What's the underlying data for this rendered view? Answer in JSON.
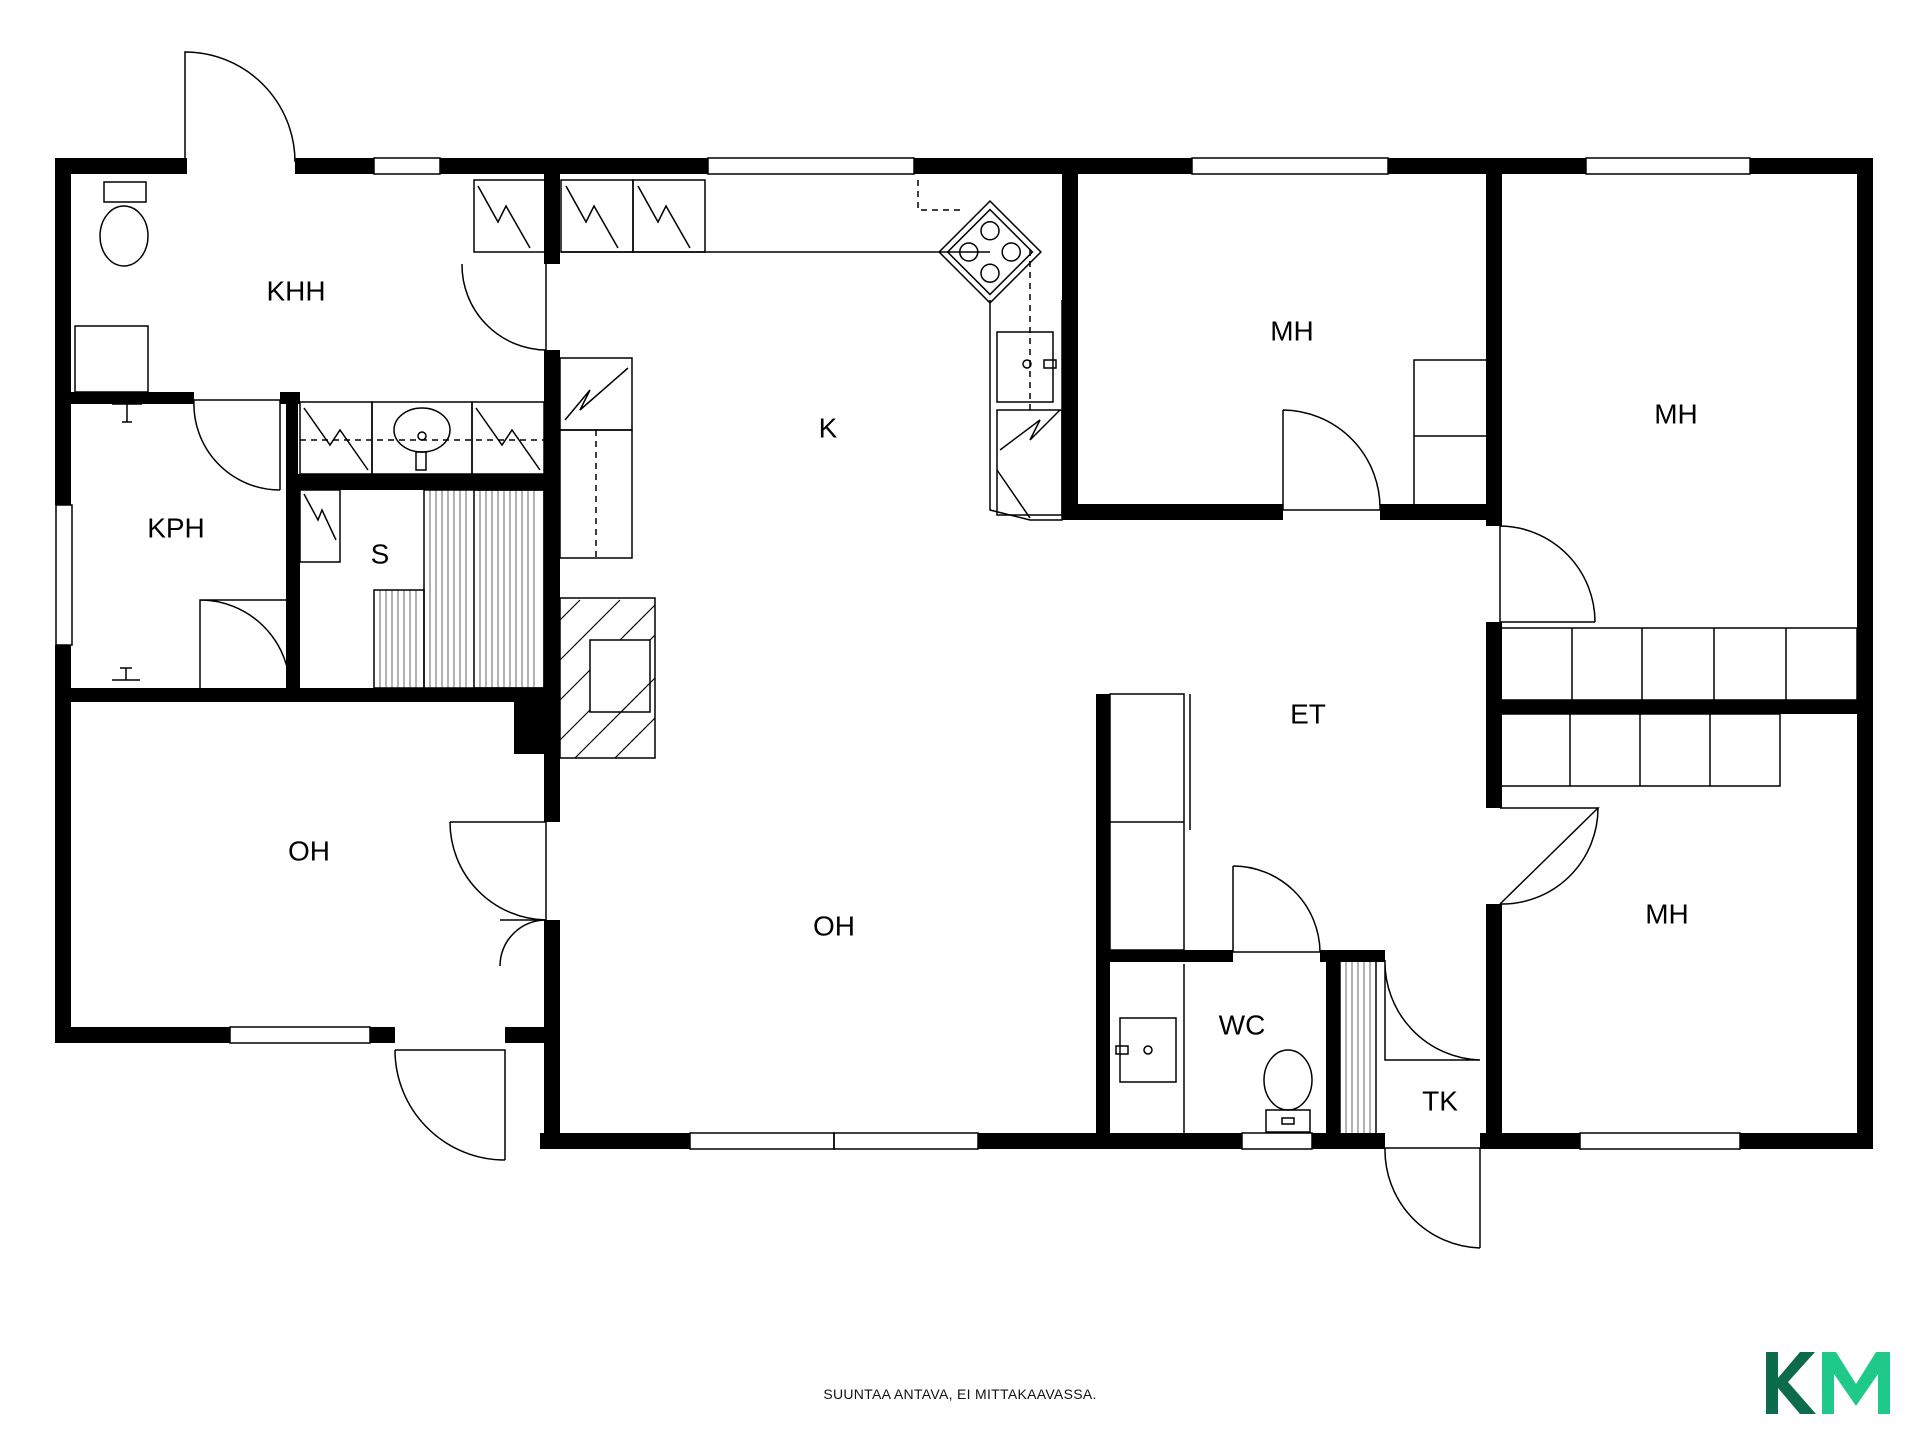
{
  "rooms": {
    "khh": "KHH",
    "kph": "KPH",
    "s": "S",
    "k": "K",
    "oh_left": "OH",
    "oh_main": "OH",
    "mh_top": "MH",
    "mh_right_top": "MH",
    "mh_right_bottom": "MH",
    "et": "ET",
    "wc": "WC",
    "tk": "TK"
  },
  "footer": {
    "disclaimer": "SUUNTAA ANTAVA, EI MITTAKAAVASSA."
  },
  "logo": {
    "text": "KM",
    "color_k": "#0b6b4a",
    "color_m": "#1fc98a"
  }
}
